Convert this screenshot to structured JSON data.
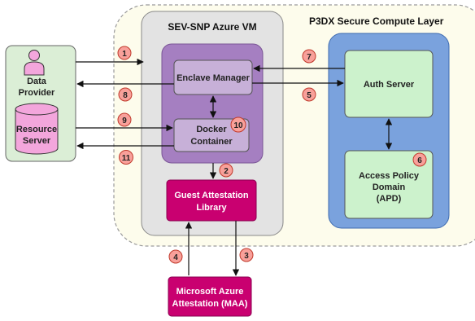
{
  "layer_title": "P3DX Secure Compute Layer",
  "vm_title": "SEV-SNP Azure VM",
  "data_provider": [
    "Data",
    "Provider"
  ],
  "resource_server": [
    "Resource",
    "Server"
  ],
  "enclave_manager": "Enclave Manager",
  "docker_container": [
    "Docker",
    "Container"
  ],
  "guest_attestation": [
    "Guest Attestation",
    "Library"
  ],
  "maa": [
    "Microsoft Azure",
    "Attestation (MAA)"
  ],
  "auth_server": "Auth Server",
  "apd": [
    "Access Policy",
    "Domain",
    "(APD)"
  ],
  "steps": [
    "1",
    "2",
    "3",
    "4",
    "5",
    "6",
    "7",
    "8",
    "9",
    "10",
    "11"
  ],
  "colors": {
    "layer_bg": "#fdfcec",
    "vm_bg": "#e3e3e3",
    "enclave": "#a57fc1",
    "green_box": "#ccf2cc",
    "client_panel": "#dbeed6",
    "blue_panel": "#7aa2dd",
    "magenta": "#c90070",
    "badge": "#f8a09a"
  }
}
